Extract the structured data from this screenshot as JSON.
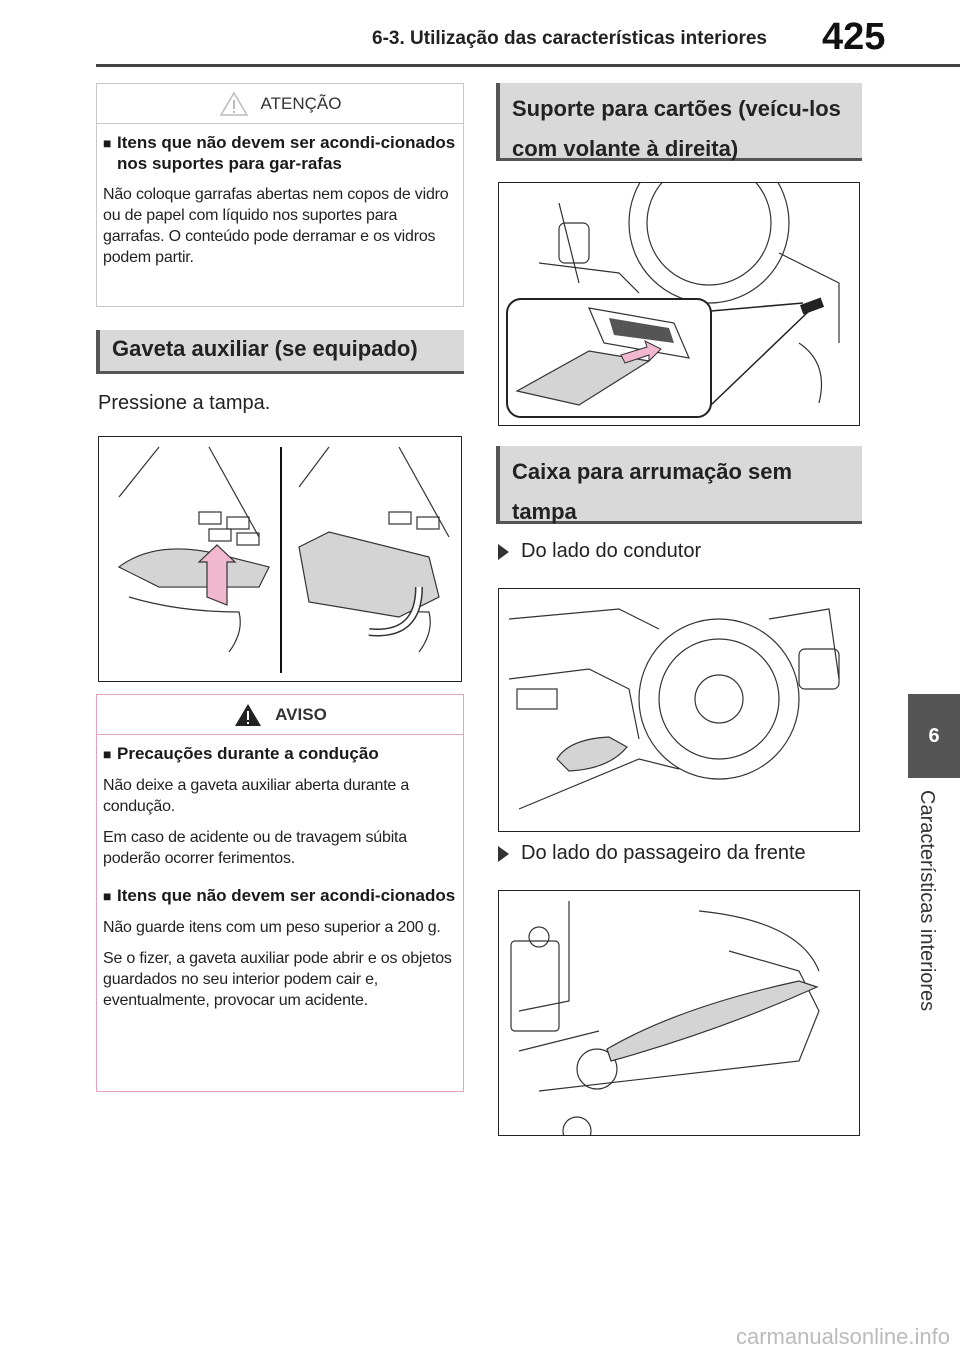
{
  "header": {
    "section_title": "6-3. Utilização das características interiores",
    "page_number": "425"
  },
  "chapter": {
    "number": "6",
    "label": "Características interiores"
  },
  "attention_box": {
    "heading": "ATENÇÃO",
    "item_title": "Itens que não devem ser acondi-cionados nos suportes para gar-rafas",
    "item_text": "Não coloque garrafas abertas nem copos de vidro ou de papel com líquido nos suportes para garrafas. O conteúdo pode derramar e os vidros podem partir."
  },
  "section_aux_drawer": {
    "title": "Gaveta auxiliar (se equipado)",
    "instruction": "Pressione a tampa."
  },
  "warning_box": {
    "heading": "AVISO",
    "item1_title": "Precauções durante a condução",
    "item1_text1": "Não deixe a gaveta auxiliar aberta durante a condução.",
    "item1_text2": "Em caso de acidente ou de travagem súbita poderão ocorrer ferimentos.",
    "item2_title": "Itens que não devem ser acondi-cionados",
    "item2_text1": "Não guarde itens com um peso superior a 200 g.",
    "item2_text2": "Se o fizer, a gaveta auxiliar pode abrir e os objetos guardados no seu interior podem cair e, eventualmente, provocar um acidente."
  },
  "section_card_holder": {
    "title": "Suporte para cartões (veícu-los com volante à direita)"
  },
  "section_open_tray": {
    "title": "Caixa para arrumação sem tampa",
    "driver_side": "Do lado do condutor",
    "passenger_side": "Do lado do passageiro da frente"
  },
  "watermark": "carmanualsonline.info",
  "colors": {
    "highlight": "#f2b8d0",
    "section_bg": "#d9d9d9",
    "warning_border": "#e6a0c4"
  }
}
